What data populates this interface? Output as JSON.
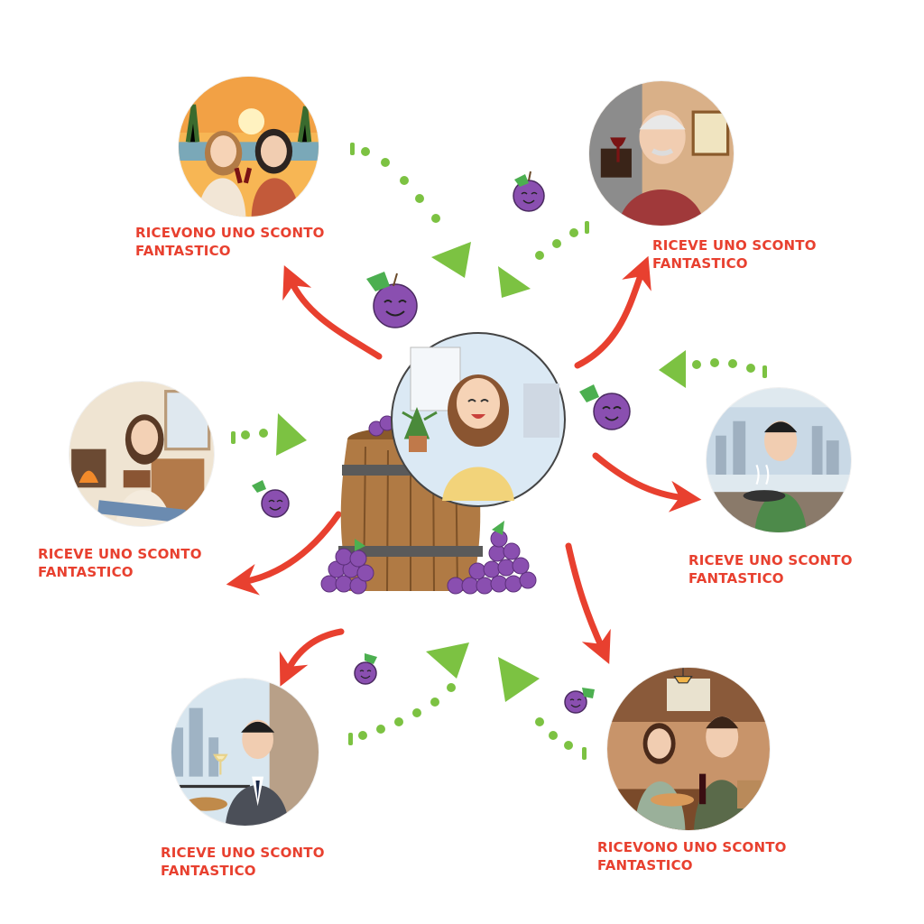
{
  "captions": {
    "top_left": "RICEVONO UNO SCONTO\nFANTASTICO",
    "top_right": "RICEVE UNO SCONTO\nFANTASTICO",
    "middle_left": "RICEVE UNO SCONTO\nFANTASTICO",
    "middle_right": "RICEVE UNO SCONTO\nFANTASTICO",
    "bottom_left": "RICEVE UNO SCONTO\nFANTASTICO",
    "bottom_right": "RICEVONO UNO SCONTO\nFANTASTICO"
  },
  "colors": {
    "caption": "#e8402f",
    "red_arrow": "#e8402f",
    "green_arrow": "#7cc242",
    "grape": "#8a4fb0",
    "barrel": "#b07a44"
  },
  "icons": {
    "center": "woman-smiling-by-barrel",
    "outgoing_arrow": "red-curved-arrow",
    "incoming_arrow": "green-dotted-arrow",
    "mascot": "smiling-grape-icon"
  }
}
